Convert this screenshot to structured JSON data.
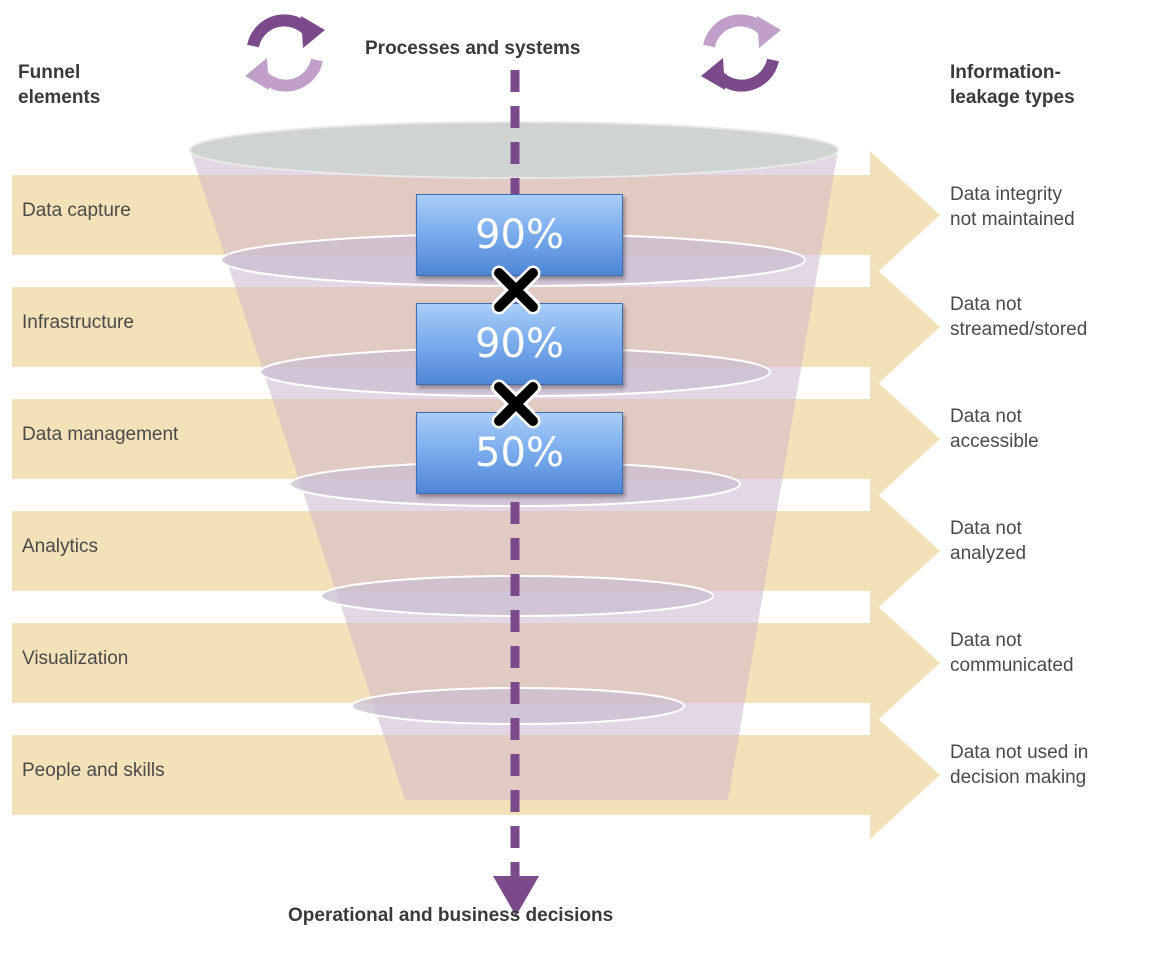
{
  "headers": {
    "funnel_elements": [
      "Funnel",
      "elements"
    ],
    "leakage_types": [
      "Information-",
      "leakage types"
    ],
    "top": "Processes and systems",
    "bottom": "Operational and business decisions"
  },
  "stages": [
    {
      "element": "Data capture",
      "leakage": [
        "Data integrity",
        "not maintained"
      ]
    },
    {
      "element": "Infrastructure",
      "leakage": [
        "Data not",
        "streamed/stored"
      ]
    },
    {
      "element": "Data management",
      "leakage": [
        "Data not",
        "accessible"
      ]
    },
    {
      "element": "Analytics",
      "leakage": [
        "Data not",
        "analyzed"
      ]
    },
    {
      "element": "Visualization",
      "leakage": [
        "Data not",
        "communicated"
      ]
    },
    {
      "element": "People and skills",
      "leakage": [
        "Data not used in",
        "decision making"
      ]
    }
  ],
  "percentages": [
    "90%",
    "90%",
    "50%"
  ],
  "icons": {
    "cycle_left": "cycle-arrows-icon",
    "cycle_right": "cycle-arrows-icon",
    "multiply": "multiply-icon",
    "arrow_down": "arrow-down-icon"
  },
  "colors": {
    "arrow_band": "#f3e1b9",
    "funnel_body": "#ddd0e0",
    "funnel_rim": "#cbd0cf",
    "dashed_line": "#7a4a8a",
    "percent_box": "#5b8fdb",
    "cycle_dark": "#7a4a8a",
    "cycle_light": "#c0a0c8"
  }
}
